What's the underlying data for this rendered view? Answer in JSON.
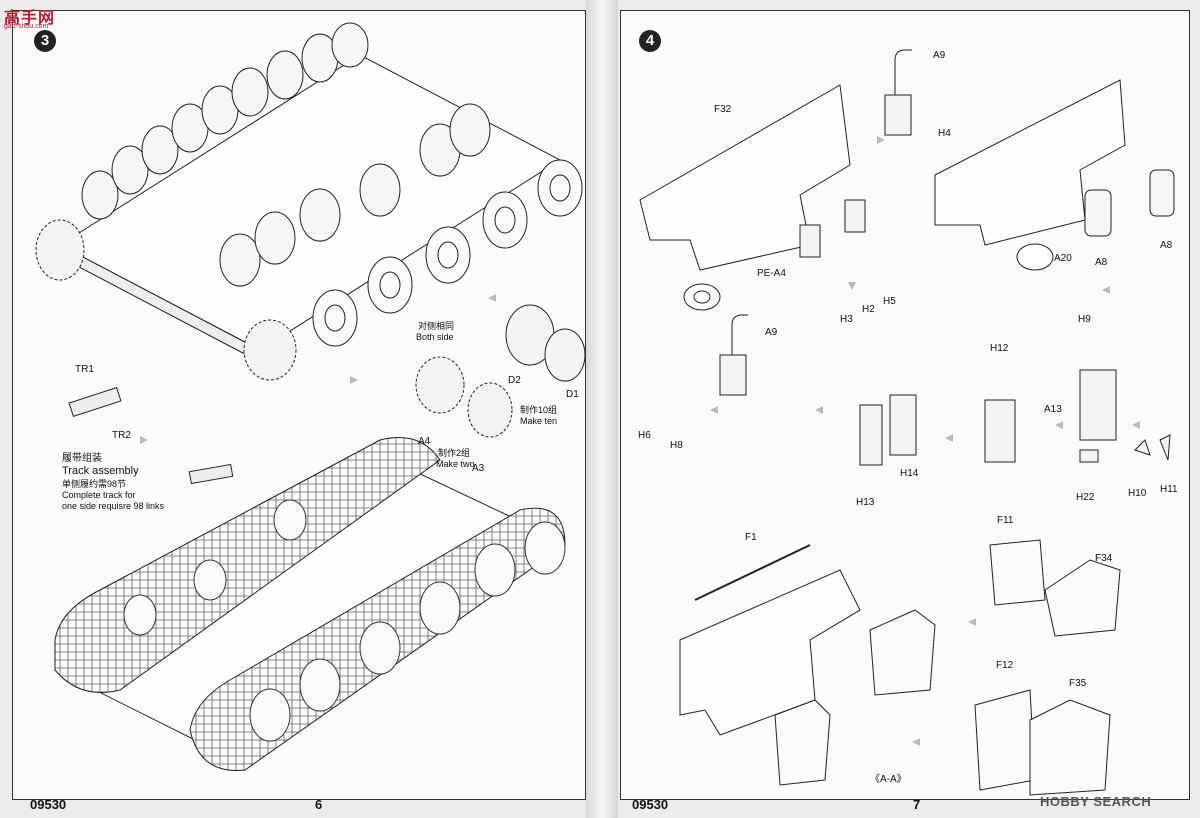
{
  "watermark_top": {
    "text": "高手网",
    "sub": "gao-shou.com"
  },
  "watermark_bottom": {
    "text": "HOBBY SEARCH"
  },
  "left_page": {
    "step_number": "3",
    "code": "09530",
    "page_number": "6",
    "labels": {
      "tr1": "TR1",
      "tr2": "TR2",
      "both_side_cn": "对侧相同",
      "both_side_en": "Both side",
      "d2": "D2",
      "d1": "D1",
      "make_ten_cn": "制作10组",
      "make_ten_en": "Make ten",
      "a4": "A4",
      "a3": "A3",
      "make_two_cn": "制作2组",
      "make_two_en": "Make two",
      "track_cn": "履带组装",
      "track_en": "Track assembly",
      "track_note_cn": "单侧履约需98节",
      "track_note_en1": "Complete track for",
      "track_note_en2": "one side requisre 98 links"
    }
  },
  "right_page": {
    "step_number": "4",
    "code": "09530",
    "page_number": "7",
    "labels": {
      "a9_top": "A9",
      "h4": "H4",
      "f32": "F32",
      "pe_a4": "PE-A4",
      "a20": "A20",
      "a8_1": "A8",
      "a8_2": "A8",
      "a9_mid": "A9",
      "h3": "H3",
      "h2": "H2",
      "h5": "H5",
      "h6": "H6",
      "h8": "H8",
      "h9": "H9",
      "h12": "H12",
      "a13": "A13",
      "h13": "H13",
      "h14": "H14",
      "h22": "H22",
      "h10": "H10",
      "h11": "H11",
      "f1": "F1",
      "f11": "F11",
      "f34": "F34",
      "f12": "F12",
      "f35": "F35",
      "section": "《A-A》"
    }
  }
}
